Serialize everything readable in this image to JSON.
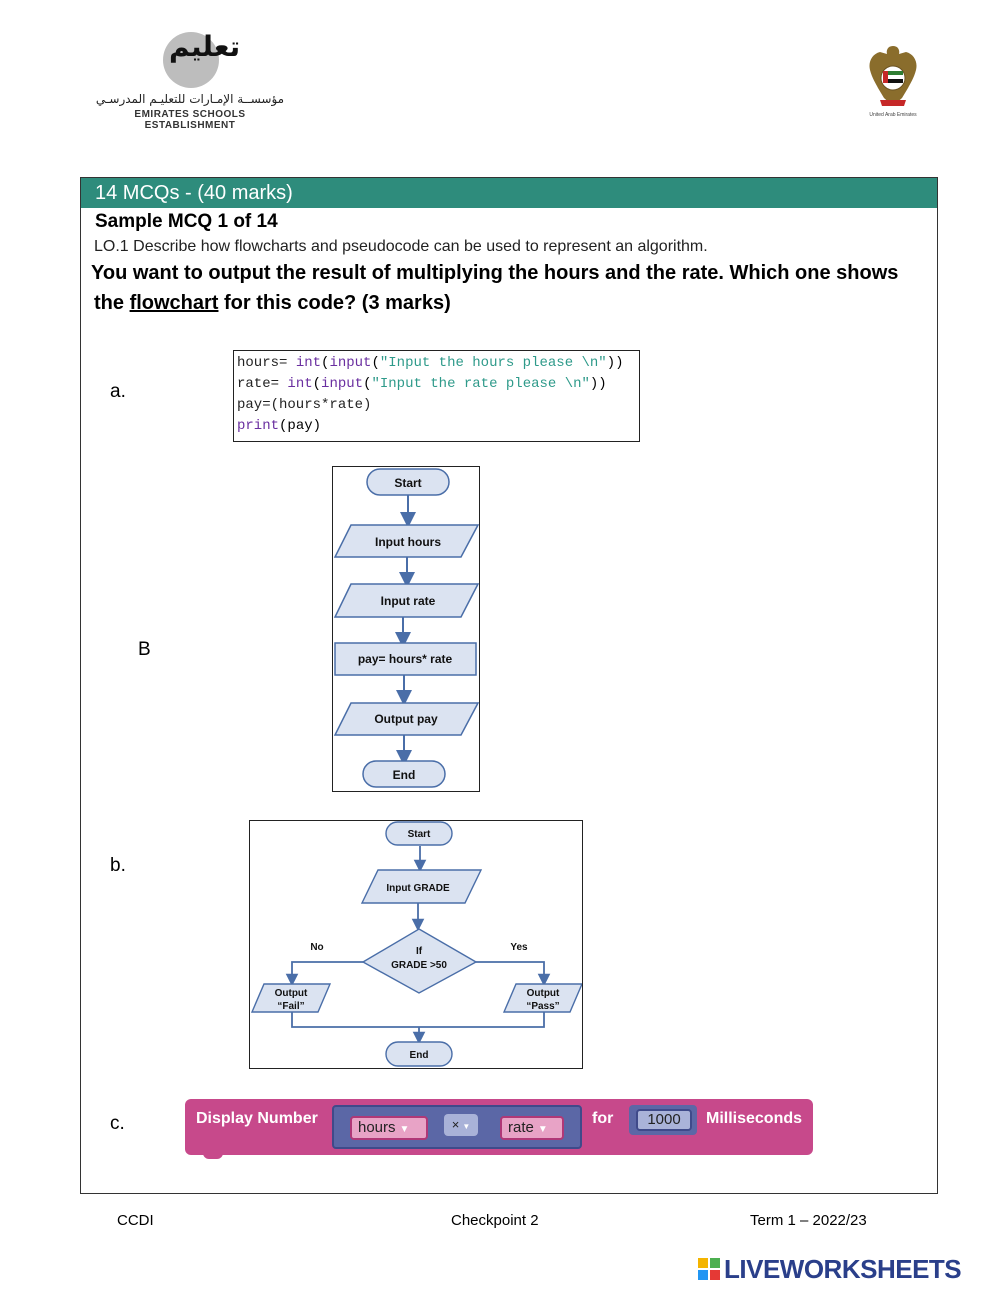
{
  "header": {
    "org_arabic_mark": "تعليم",
    "org_arabic": "مؤسســة الإمـارات للتعليـم المدرسـي",
    "org_english": "EMIRATES SCHOOLS ESTABLISHMENT",
    "uae_caption": "United Arab Emirates"
  },
  "section": {
    "title": "14 MCQs - (40 marks)"
  },
  "question": {
    "number": "Sample MCQ 1 of 14",
    "objective": "LO.1 Describe how flowcharts and pseudocode can be used to represent an algorithm.",
    "line1": "You want to output the result of multiplying the hours and the rate. Which one shows",
    "line2_pre": "the ",
    "line2_underlined": "flowchart",
    "line2_post": " for this code?  (3 marks)"
  },
  "options": {
    "a_label": "a.",
    "b_upper_label": "B",
    "b_label": "b.",
    "c_label": "c."
  },
  "code": {
    "line1": {
      "var": "hours= ",
      "kw1": "int",
      "p1": "(",
      "kw2": "input",
      "p2": "(",
      "str": "\"Input the hours please \\n\"",
      "end": "))"
    },
    "line2": {
      "var": "rate= ",
      "kw1": "int",
      "p1": "(",
      "kw2": "input",
      "p2": "(",
      "str": "\"Input the rate please \\n\"",
      "end": "))"
    },
    "line3": "pay=(hours*rate)",
    "line4_kw": "print",
    "line4_rest": "(pay)"
  },
  "flowchart_a": {
    "start": "Start",
    "input_hours": "Input hours",
    "input_rate": "Input rate",
    "process": "pay= hours* rate",
    "output": "Output pay",
    "end": "End"
  },
  "flowchart_b": {
    "start": "Start",
    "input": "Input GRADE",
    "decision_line1": "If",
    "decision_line2": "GRADE >50",
    "no": "No",
    "yes": "Yes",
    "fail_line1": "Output",
    "fail_line2": "“Fail”",
    "pass_line1": "Output",
    "pass_line2": "“Pass”",
    "end": "End"
  },
  "block_c": {
    "display": "Display Number",
    "var1": "hours",
    "operator": "×",
    "var2": "rate",
    "for": "for",
    "number": "1000",
    "unit": "Milliseconds",
    "colors": {
      "outer": "#c7498b",
      "inner": "#5b67a6",
      "var": "#e8a3c6"
    }
  },
  "footer": {
    "left": "CCDI",
    "middle": "Checkpoint 2",
    "right": "Term 1 – 2022/23"
  },
  "branding": {
    "liveworksheets": "LIVEWORKSHEETS"
  },
  "colors": {
    "section_header": "#2e8c7c",
    "flow_shape_fill": "#dbe3f1",
    "flow_shape_stroke": "#4a6ea8"
  }
}
